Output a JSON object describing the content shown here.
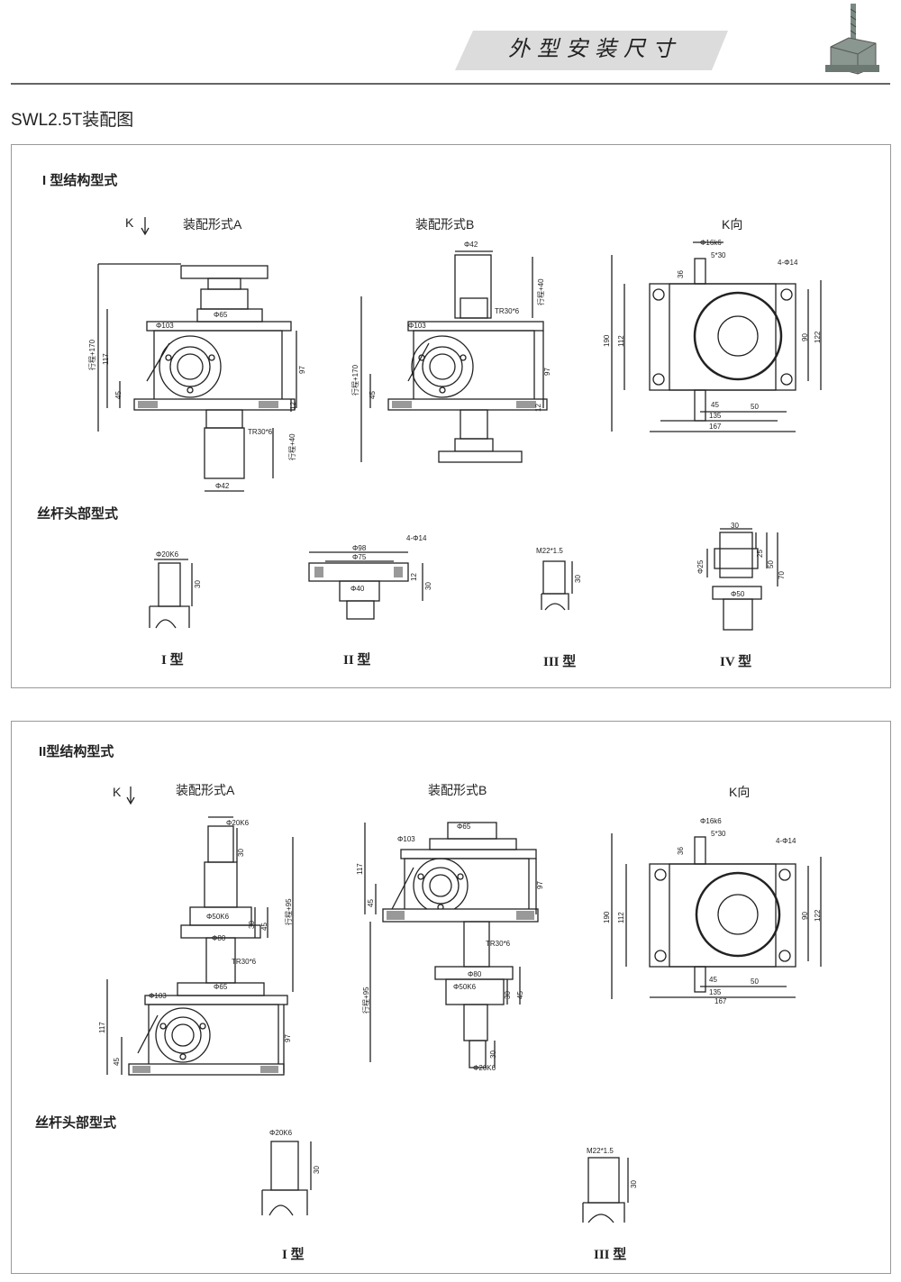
{
  "header": {
    "banner_text": "外型安装尺寸",
    "product_icon": "screw-jack-icon"
  },
  "page_title": "SWL2.5T装配图",
  "panel1": {
    "section_title": "I 型结构型式",
    "k_arrow": "K",
    "view_a": "装配形式A",
    "view_b": "装配形式B",
    "view_k": "K向",
    "head_section_title": "丝杆头部型式",
    "types": [
      "I 型",
      "II 型",
      "III 型",
      "IV 型"
    ],
    "dims_a": {
      "d65": "Φ65",
      "d103": "Φ103",
      "tr": "TR30*6",
      "d42": "Φ42",
      "h117": "117",
      "h45": "45",
      "h97": "97",
      "h12": "12",
      "stroke170": "行程+170",
      "stroke40": "行程+40"
    },
    "dims_b": {
      "d42": "Φ42",
      "tr": "TR30*6",
      "d103": "Φ103",
      "stroke40": "行程+40",
      "stroke170": "行程+170",
      "h45": "45",
      "h97": "97",
      "h12": "12"
    },
    "dims_k": {
      "d16": "Φ16k6",
      "key": "5*30",
      "holes": "4-Φ14",
      "h36": "36",
      "h190": "190",
      "h112": "112",
      "h90": "90",
      "h122": "122",
      "w45": "45",
      "w50": "50",
      "w135": "135",
      "w167": "167"
    },
    "dims_t1": {
      "d20": "Φ20K6",
      "h30": "30"
    },
    "dims_t2": {
      "d98": "Φ98",
      "d75": "Φ75",
      "holes": "4-Φ14",
      "d40": "Φ40",
      "h12": "12",
      "h30": "30"
    },
    "dims_t3": {
      "m22": "M22*1.5",
      "h30": "30"
    },
    "dims_t4": {
      "w30": "30",
      "d25": "Φ25",
      "h25": "25",
      "h50": "50",
      "h70": "70",
      "d50": "Φ50"
    }
  },
  "panel2": {
    "section_title": "II型结构型式",
    "k_arrow": "K",
    "view_a": "装配形式A",
    "view_b": "装配形式B",
    "view_k": "K向",
    "head_section_title": "丝杆头部型式",
    "types": [
      "I 型",
      "III 型"
    ],
    "dims_a": {
      "d20": "Φ20K6",
      "h30": "30",
      "stroke95": "行程+95",
      "d50": "Φ50K6",
      "h30b": "30",
      "h45": "45",
      "d80": "Φ80",
      "tr": "TR30*6",
      "d103": "Φ103",
      "d65": "Φ65",
      "h117": "117",
      "h45b": "45",
      "h97": "97"
    },
    "dims_b": {
      "d65": "Φ65",
      "d103": "Φ103",
      "h117": "117",
      "h45": "45",
      "h97": "97",
      "tr": "TR30*6",
      "d80": "Φ80",
      "d50": "Φ50K6",
      "h30": "30",
      "h45b": "45",
      "stroke95": "行程+95",
      "h30b": "30",
      "d20": "Φ20K6"
    },
    "dims_k": {
      "d16": "Φ16k6",
      "key": "5*30",
      "holes": "4-Φ14",
      "h36": "36",
      "h190": "190",
      "h112": "112",
      "h90": "90",
      "h122": "122",
      "w45": "45",
      "w50": "50",
      "w135": "135",
      "w167": "167"
    },
    "dims_t1": {
      "d20": "Φ20K6",
      "h30": "30"
    },
    "dims_t3": {
      "m22": "M22*1.5",
      "h30": "30"
    }
  }
}
